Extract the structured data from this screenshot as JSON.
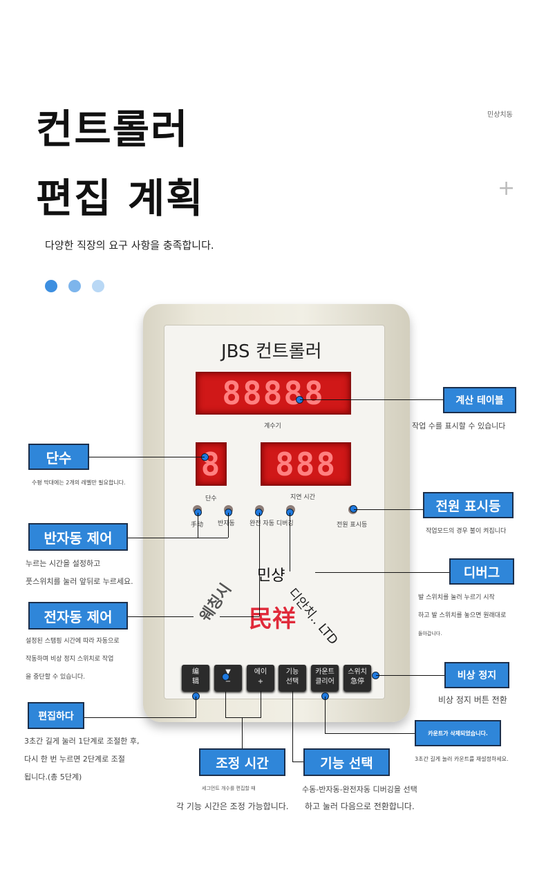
{
  "header": {
    "title_line1": "컨트롤러",
    "title_line2": "편집 계획",
    "brand": "민상치동",
    "plus": "+",
    "subtitle": "다양한 직장의 요구 사항을 충족합니다."
  },
  "device": {
    "title": "JBS 컨트롤러",
    "counter_display": "88888",
    "counter_label": "계수기",
    "stage_display": "8",
    "stage_label": "단수",
    "delay_display": "888",
    "delay_label": "지연 시간",
    "leds": [
      "手动",
      "반자동",
      "완전 자동 디버깅",
      "전원 표시등"
    ],
    "logo_top": "민샹",
    "logo_left": "웨칭시",
    "logo_right": "디안치.. LTD",
    "logo_mark": "民祥",
    "buttons": [
      {
        "top": "编",
        "bottom": "辑"
      },
      {
        "top": "▼",
        "bottom": "−"
      },
      {
        "top": "에이",
        "bottom": "+"
      },
      {
        "top": "기능",
        "bottom": "선택"
      },
      {
        "top": "카운트",
        "bottom": "클리어"
      },
      {
        "top": "스위치",
        "bottom": "急停"
      }
    ]
  },
  "callouts": {
    "stage": {
      "label": "단수",
      "desc": "수평 막대에는 2개의 레벨만 필요합니다."
    },
    "semi": {
      "label": "반자동 제어",
      "desc": [
        "누르는 시간을 설정하고",
        "풋스위치를 눌러 앞뒤로 누르세요."
      ]
    },
    "full": {
      "label": "전자동 제어",
      "desc": [
        "설정된 스탬핑 시간에 따라 자동으로",
        "작동하며 비상 정지 스위치로 작업",
        "을 중단할 수 있습니다."
      ]
    },
    "edit": {
      "label": "편집하다",
      "desc": [
        "3초간 길게 눌러 1단계로 조절한 후,",
        "다시 한 번 누르면 2단계로 조절",
        "됩니다.(총 5단계)"
      ]
    },
    "counter": {
      "label": "계산 테이블",
      "desc": "작업 수를 표시할 수 있습니다"
    },
    "power": {
      "label": "전원 표시등",
      "desc": "작업모드의 경우 불이 켜집니다"
    },
    "debug": {
      "label": "디버그",
      "desc": [
        "발 스위치를 눌러 누르기 시작",
        "하고 발 스위치를 놓으면 원래대로",
        "돌아갑니다."
      ]
    },
    "estop": {
      "label": "비상 정지",
      "desc": "비상 정지 버튼 전환"
    },
    "count_clear": {
      "label": "카운트가 삭제되었습니다.",
      "desc": "3초간 길게 눌러 카운트를 재설정하세요."
    },
    "adjust": {
      "label": "조정 시간",
      "desc": [
        "세그먼트 개수를 편집할 때",
        "각 기능 시간은 조정 가능합니다."
      ]
    },
    "func": {
      "label": "기능 선택",
      "desc": [
        "수동-반자동-완전자동 디버깅을 선택",
        "하고 눌러 다음으로 전환합니다."
      ]
    }
  },
  "colors": {
    "callout": "#2f86d9",
    "display": "#d01818",
    "dot1": "#3d8fe0",
    "dot2": "#7db5ec",
    "dot3": "#b9d8f5"
  }
}
